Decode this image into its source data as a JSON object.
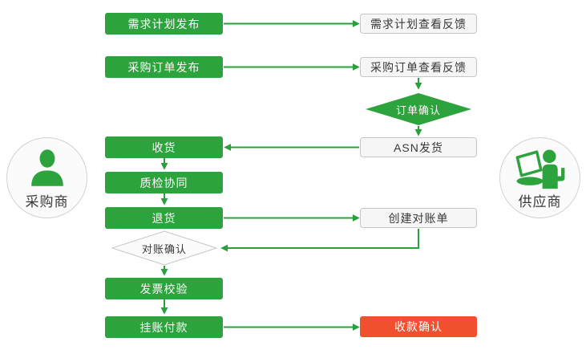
{
  "colors": {
    "green": "#2ca33d",
    "arrow": "#27a23a",
    "red": "#f1502e",
    "light-bg": "#f6f6f6",
    "light-border": "#c6c6c6",
    "circle-bg": "#fbfbfb",
    "circle-border": "#d2d2d2",
    "text-dark": "#383838",
    "text-light": "#ffffff"
  },
  "actors": {
    "buyer": {
      "label": "采购商",
      "icon": "person-bust-icon"
    },
    "supplier": {
      "label": "供应商",
      "icon": "person-at-computer-icon"
    }
  },
  "flow": {
    "buyer": {
      "demand_plan_publish": "需求计划发布",
      "purchase_order_publish": "采购订单发布",
      "receive_goods": "收货",
      "quality_inspection": "质检协同",
      "return_goods": "退货",
      "reconciliation_confirm": "对账确认",
      "invoice_verification": "发票校验",
      "account_payment": "挂账付款"
    },
    "supplier": {
      "demand_plan_feedback": "需求计划查看反馈",
      "purchase_order_feedback": "采购订单查看反馈",
      "order_confirm": "订单确认",
      "asn_shipping": "ASN发货",
      "create_statement": "创建对账单",
      "payment_receipt_confirm": "收款确认"
    }
  }
}
